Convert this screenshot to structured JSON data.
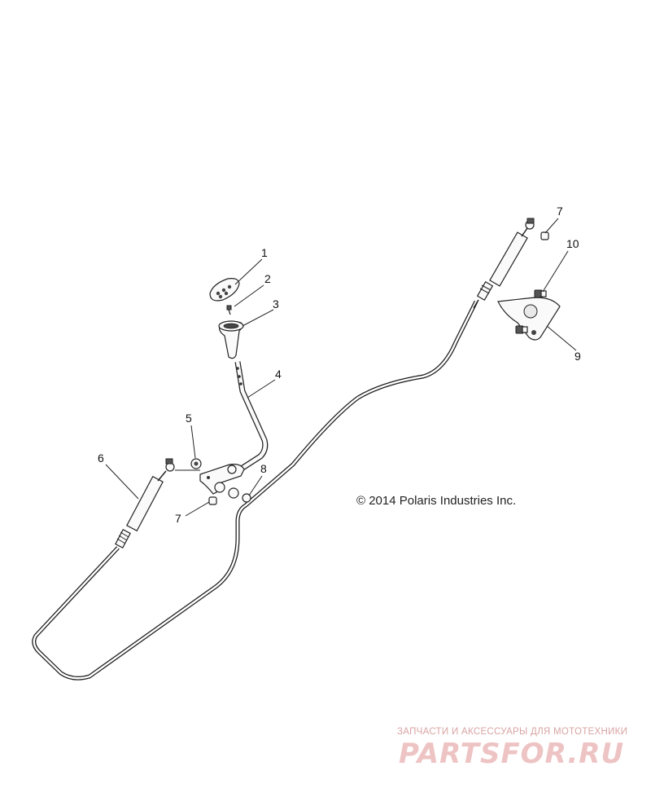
{
  "callouts": [
    {
      "id": "1",
      "label": "1"
    },
    {
      "id": "2",
      "label": "2"
    },
    {
      "id": "3",
      "label": "3"
    },
    {
      "id": "4",
      "label": "4"
    },
    {
      "id": "5",
      "label": "5"
    },
    {
      "id": "6",
      "label": "6"
    },
    {
      "id": "7a",
      "label": "7"
    },
    {
      "id": "7b",
      "label": "7"
    },
    {
      "id": "8",
      "label": "8"
    },
    {
      "id": "9",
      "label": "9"
    },
    {
      "id": "10",
      "label": "10"
    }
  ],
  "copyright": "© 2014 Polaris Industries Inc.",
  "watermark": {
    "tagline": "ЗАПЧАСТИ И АКСЕССУАРЫ ДЛЯ МОТОТЕХНИКИ",
    "logo_text": "PARTSFOR.RU"
  }
}
